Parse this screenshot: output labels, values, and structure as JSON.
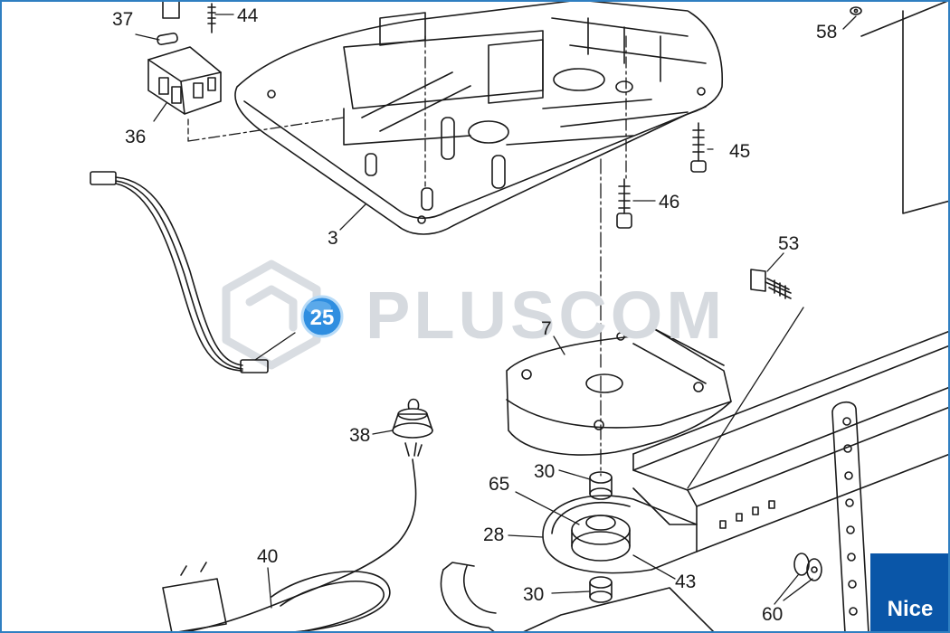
{
  "watermark": {
    "text": "PLUSCOM"
  },
  "badge": {
    "number": "25",
    "color": "#2f8ee0"
  },
  "brand_logo": {
    "text": "Nice",
    "color": "#0a56a8"
  },
  "frame_color": "#2f7fc1",
  "part_labels": [
    "37",
    "44",
    "58",
    "36",
    "45",
    "46",
    "3",
    "53",
    "7",
    "38",
    "30",
    "65",
    "28",
    "40",
    "43",
    "30",
    "60"
  ]
}
